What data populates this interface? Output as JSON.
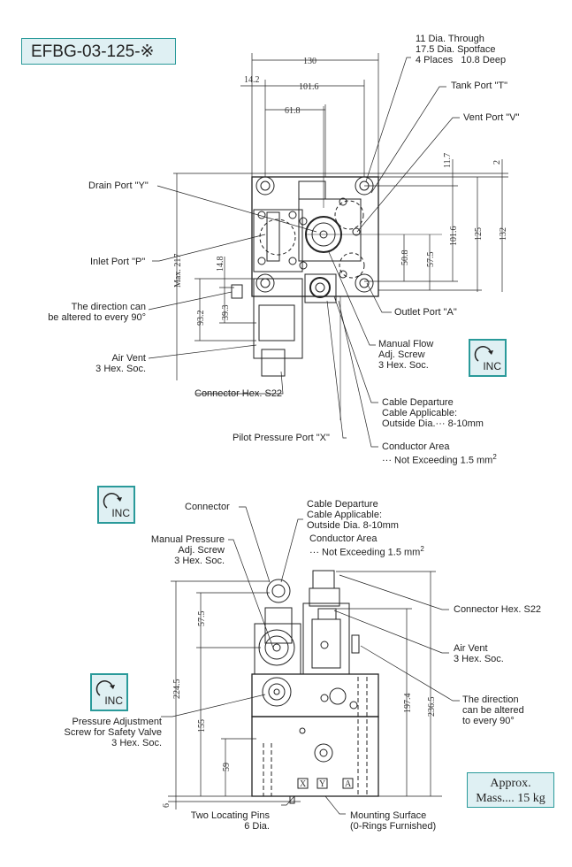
{
  "title": "EFBG-03-125-※",
  "top_view": {
    "labels": {
      "holes": "11 Dia. Through\n17.5 Dia. Spotface\n4 Places   10.8 Deep",
      "tank_port": "Tank Port \"T\"",
      "vent_port": "Vent Port \"V\"",
      "drain_port": "Drain Port \"Y\"",
      "inlet_port": "Inlet Port \"P\"",
      "direction": "The direction can\nbe altered to every 90°",
      "air_vent": "Air Vent\n3 Hex. Soc.",
      "connector_hex": "Connector Hex. S22",
      "pilot_port": "Pilot Pressure Port \"X\"",
      "outlet_port": "Outlet Port \"A\"",
      "manual_flow": "Manual Flow\nAdj. Screw\n3 Hex. Soc.",
      "cable": "Cable Departure\nCable Applicable:\nOutside Dia.··· 8-10mm",
      "conductor": "Conductor Area\n··· Not Exceeding 1.5 mm",
      "conductor_sup": "2"
    },
    "dims": {
      "d130": "130",
      "d14_2": "14.2",
      "d101_6h": "101.6",
      "d61_8": "61.8",
      "d11_7": "11.7",
      "d2": "2",
      "d101_6v": "101.6",
      "d125": "125",
      "d132": "132",
      "d50_8": "50.8",
      "d57_5": "57.5",
      "dmax217": "Max. 217",
      "d14_8": "14.8",
      "d93_2": "93.2",
      "d39_3": "39.3"
    },
    "inc_label": "INC"
  },
  "side_view": {
    "labels": {
      "connector": "Connector",
      "cable": "Cable Departure\nCable Applicable:\nOutside Dia. 8-10mm",
      "conductor": "Conductor Area\n··· Not Exceeding 1.5 mm",
      "conductor_sup": "2",
      "manual_pressure": "Manual Pressure\nAdj. Screw\n3 Hex. Soc.",
      "connector_hex": "Connector Hex. S22",
      "air_vent": "Air Vent\n3 Hex. Soc.",
      "direction": "The direction\ncan be altered\nto every 90°",
      "pressure_adj": "Pressure Adjustment\nScrew for Safety Valve\n3 Hex. Soc.",
      "locating_pins": "Two Locating Pins\n6 Dia.",
      "mounting_surface": "Mounting Surface\n(0-Rings Furnished)",
      "port_x": "X",
      "port_y": "Y",
      "port_a": "A"
    },
    "dims": {
      "d224_5": "224.5",
      "d57_5": "57.5",
      "d155": "155",
      "d59": "59",
      "d6": "6",
      "d197_4": "197.4",
      "d236_5": "236.5"
    },
    "inc_label_1": "INC",
    "inc_label_2": "INC"
  },
  "mass": "Approx.\nMass.... 15 kg",
  "colors": {
    "accent_border": "#2a9a9a",
    "accent_fill": "#dff0f3",
    "line": "#222222"
  }
}
